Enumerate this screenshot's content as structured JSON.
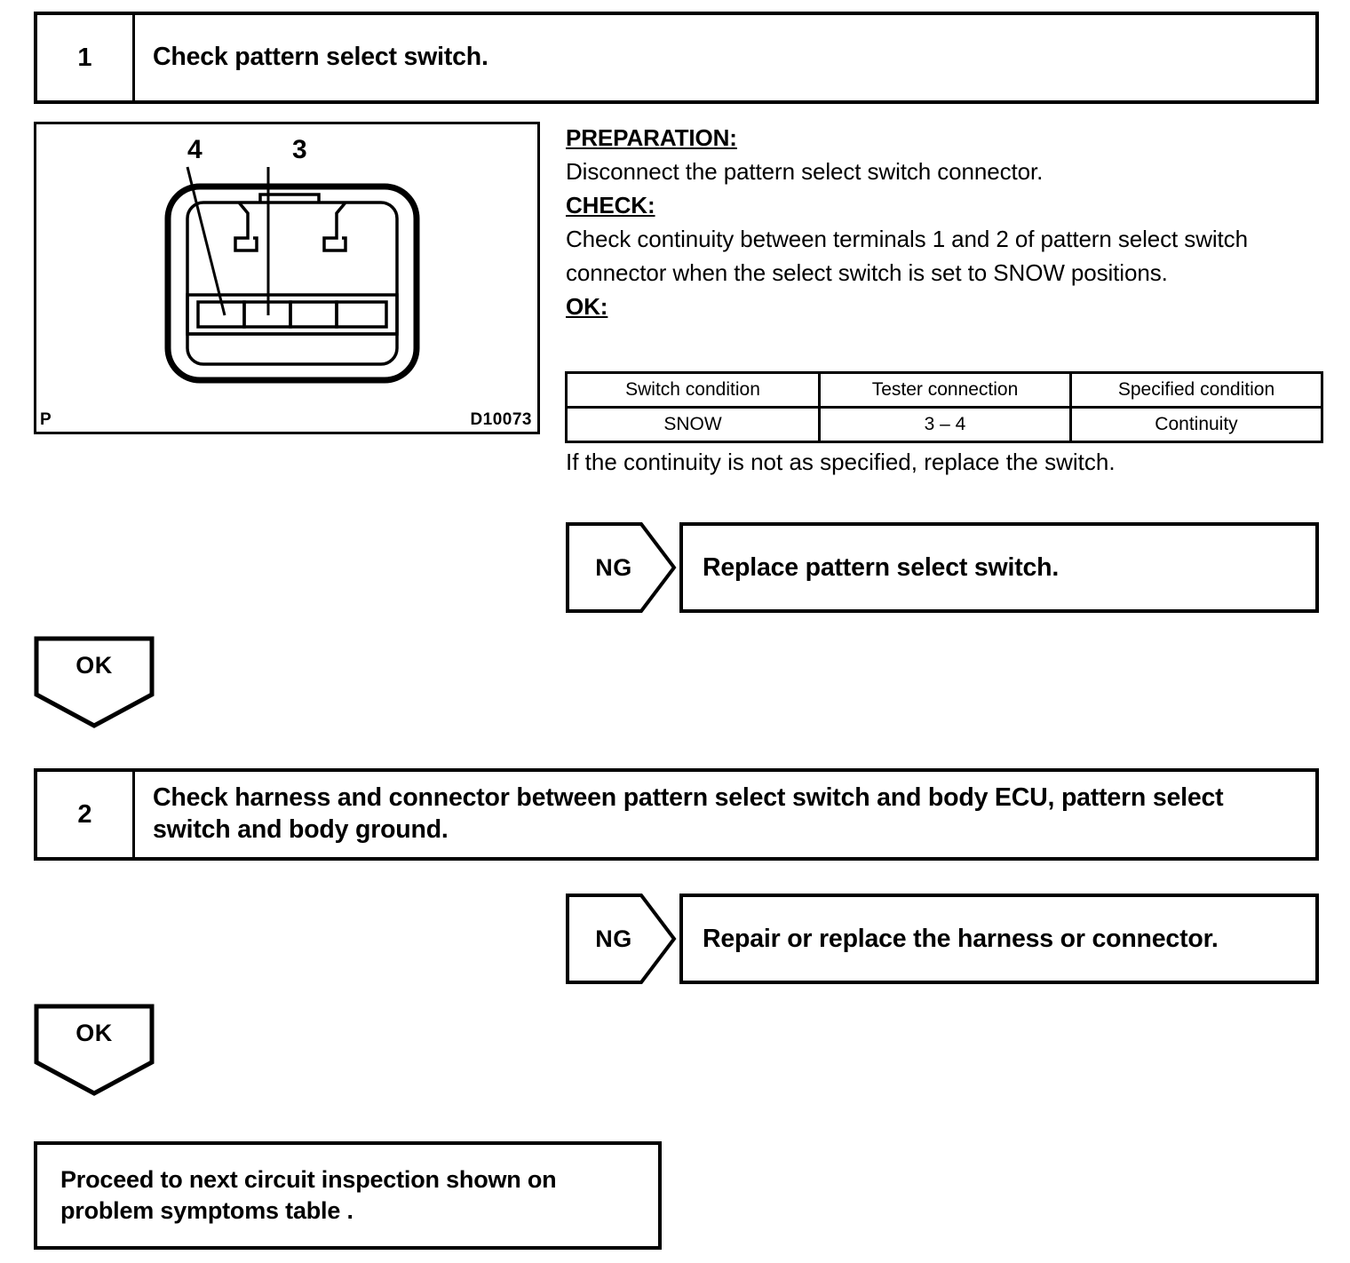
{
  "steps": [
    {
      "number": "1",
      "title": "Check pattern select switch."
    },
    {
      "number": "2",
      "title": "Check harness and connector between pattern select switch and body ECU, pattern select switch and body ground."
    }
  ],
  "figure": {
    "corner_mark": "P",
    "code": "D10073",
    "callouts": [
      {
        "label": "4"
      },
      {
        "label": "3"
      }
    ]
  },
  "instructions": {
    "preparation_heading": "PREPARATION:",
    "preparation_body": "Disconnect the pattern select switch connector.",
    "check_heading": "CHECK:",
    "check_body": "Check continuity between terminals 1 and 2 of pattern select switch connector when the select switch is set to SNOW positions.",
    "ok_heading": "OK:",
    "footnote": "If the continuity is not as specified, replace the switch."
  },
  "spec_table": {
    "headers": [
      "Switch condition",
      "Tester connection",
      "Specified condition"
    ],
    "rows": [
      [
        "SNOW",
        "3 – 4",
        "Continuity"
      ]
    ]
  },
  "branches": [
    {
      "tag": "NG",
      "action": "Replace pattern select switch."
    },
    {
      "tag": "NG",
      "action": "Repair or replace the harness or connector."
    }
  ],
  "ok_pointers": [
    {
      "label": "OK"
    },
    {
      "label": "OK"
    }
  ],
  "final": {
    "line1": "Proceed to next circuit inspection shown on",
    "line2": "problem symptoms table ."
  }
}
